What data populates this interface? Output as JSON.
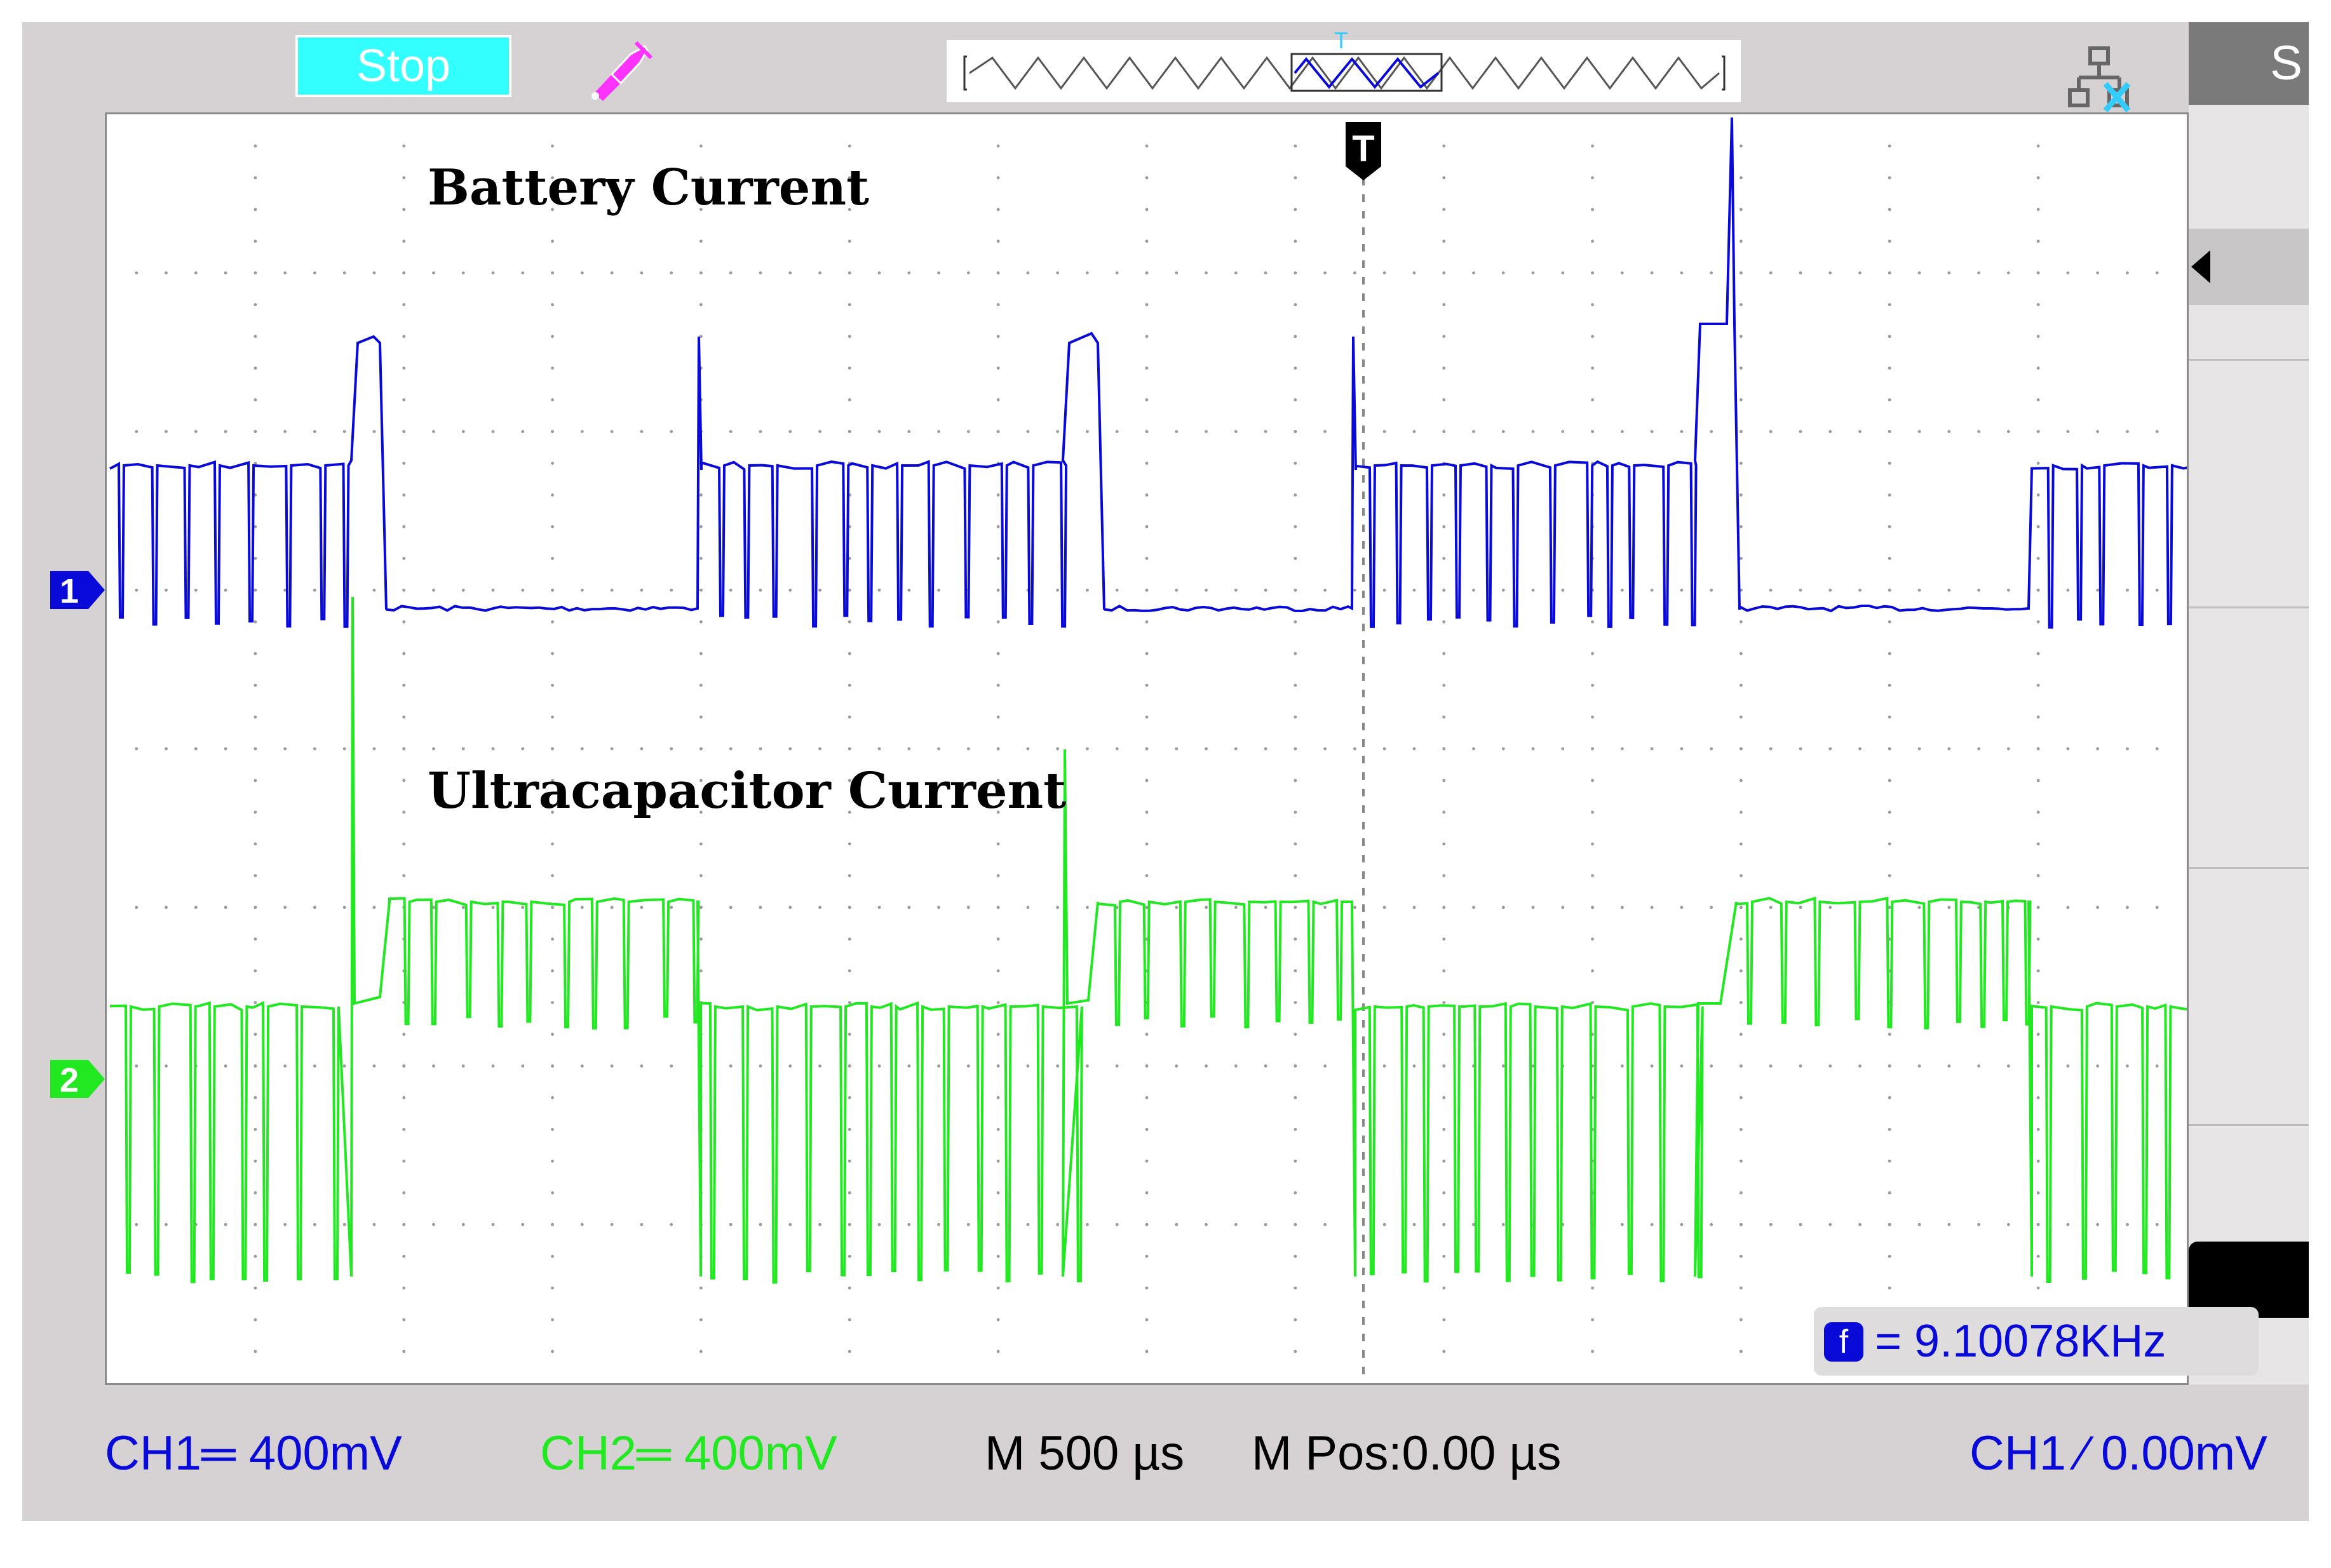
{
  "toolbar": {
    "run_state": "Stop",
    "probe_icon": "probe-icon",
    "network_icon": "network-icon",
    "trigger_marker": "T"
  },
  "side_panel": {
    "tab_label": "S"
  },
  "display": {
    "trigger_label": "T",
    "battery_title": "Battery Current",
    "ultracap_title": "Ultracapacitor Current",
    "channel1_marker": "1",
    "channel2_marker": "2",
    "frequency_icon": "f",
    "frequency_readout": "= 9.10078KHz"
  },
  "status_bar": {
    "ch1": "CH1═ 400mV",
    "ch2": "CH2═ 400mV",
    "timebase": "M 500 µs",
    "position": "M Pos:0.00 µs",
    "trigger": "CH1 ∕ 0.00mV"
  },
  "colors": {
    "ch1": "#0a0ad8",
    "ch2": "#22e822",
    "status_bg": "#33ffff",
    "probe": "#ff33ff"
  }
}
